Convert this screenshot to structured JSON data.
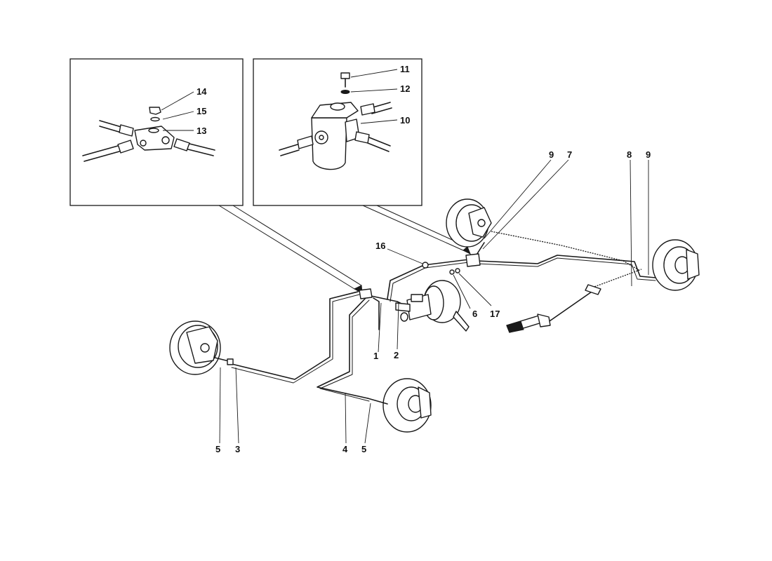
{
  "diagram": {
    "callouts": [
      {
        "id": "c1",
        "label": "1"
      },
      {
        "id": "c2",
        "label": "2"
      },
      {
        "id": "c3",
        "label": "3"
      },
      {
        "id": "c4",
        "label": "4"
      },
      {
        "id": "c5a",
        "label": "5"
      },
      {
        "id": "c5b",
        "label": "5"
      },
      {
        "id": "c6",
        "label": "6"
      },
      {
        "id": "c7",
        "label": "7"
      },
      {
        "id": "c8",
        "label": "8"
      },
      {
        "id": "c9a",
        "label": "9"
      },
      {
        "id": "c9b",
        "label": "9"
      },
      {
        "id": "c10",
        "label": "10"
      },
      {
        "id": "c11",
        "label": "11"
      },
      {
        "id": "c12",
        "label": "12"
      },
      {
        "id": "c13",
        "label": "13"
      },
      {
        "id": "c14",
        "label": "14"
      },
      {
        "id": "c15",
        "label": "15"
      },
      {
        "id": "c16",
        "label": "16"
      },
      {
        "id": "c17",
        "label": "17"
      }
    ]
  }
}
